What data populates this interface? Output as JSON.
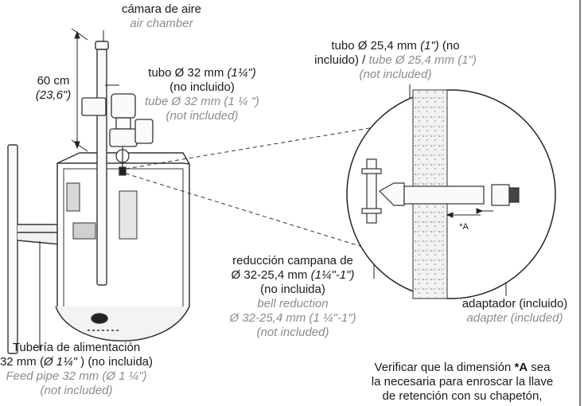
{
  "air_chamber": {
    "es": "cámara de aire",
    "en": "air chamber"
  },
  "height_dim": {
    "cm": "60 cm",
    "inch": "(23,6\")"
  },
  "pipe_32": {
    "es_prefix": "tubo Ø 32 mm ",
    "es_inch": "(1¼\")",
    "es_note": "(no incluido)",
    "en_line": "tube Ø 32 mm (1 ¼ \")",
    "en_note": "(not included)"
  },
  "pipe_25": {
    "es_prefix": "tubo Ø 25,4 mm ",
    "es_inch": "(1\")",
    "es_tail": " (no",
    "es_line2a": "incluido) / ",
    "en_line2": "tube Ø 25,4 mm (1\")",
    "en_note": "(not included)"
  },
  "reduction": {
    "es_line1": "reducción campana de",
    "es_line2a": "Ø 32-25,4 mm ",
    "es_line2b": "(1¼\"-1\")",
    "es_note": "(no incluida)",
    "en_line1": "bell reduction",
    "en_line2": "Ø 32-25,4 mm (1 ¼\"-1\")",
    "en_note": "(not included)"
  },
  "supply_pipe": {
    "es_line1": "Tubería de alimentación",
    "es_line2a": "32 mm (",
    "es_line2b": "Ø 1¼\"",
    "es_line2c": " ) (no incluida)",
    "en_line1": "Feed pipe 32 mm (Ø 1 ¼\")",
    "en_note": "(not included)"
  },
  "adapter": {
    "es": "adaptador (incluido)",
    "en": "adapter (included)"
  },
  "dimension_a": {
    "label": "*A"
  },
  "note": {
    "line1a": "Verificar que la dimensión ",
    "line1b": "*A",
    "line1c": " sea",
    "line2": "la necesaria para enroscar la llave",
    "line3": "de retención con su chapetón,"
  }
}
